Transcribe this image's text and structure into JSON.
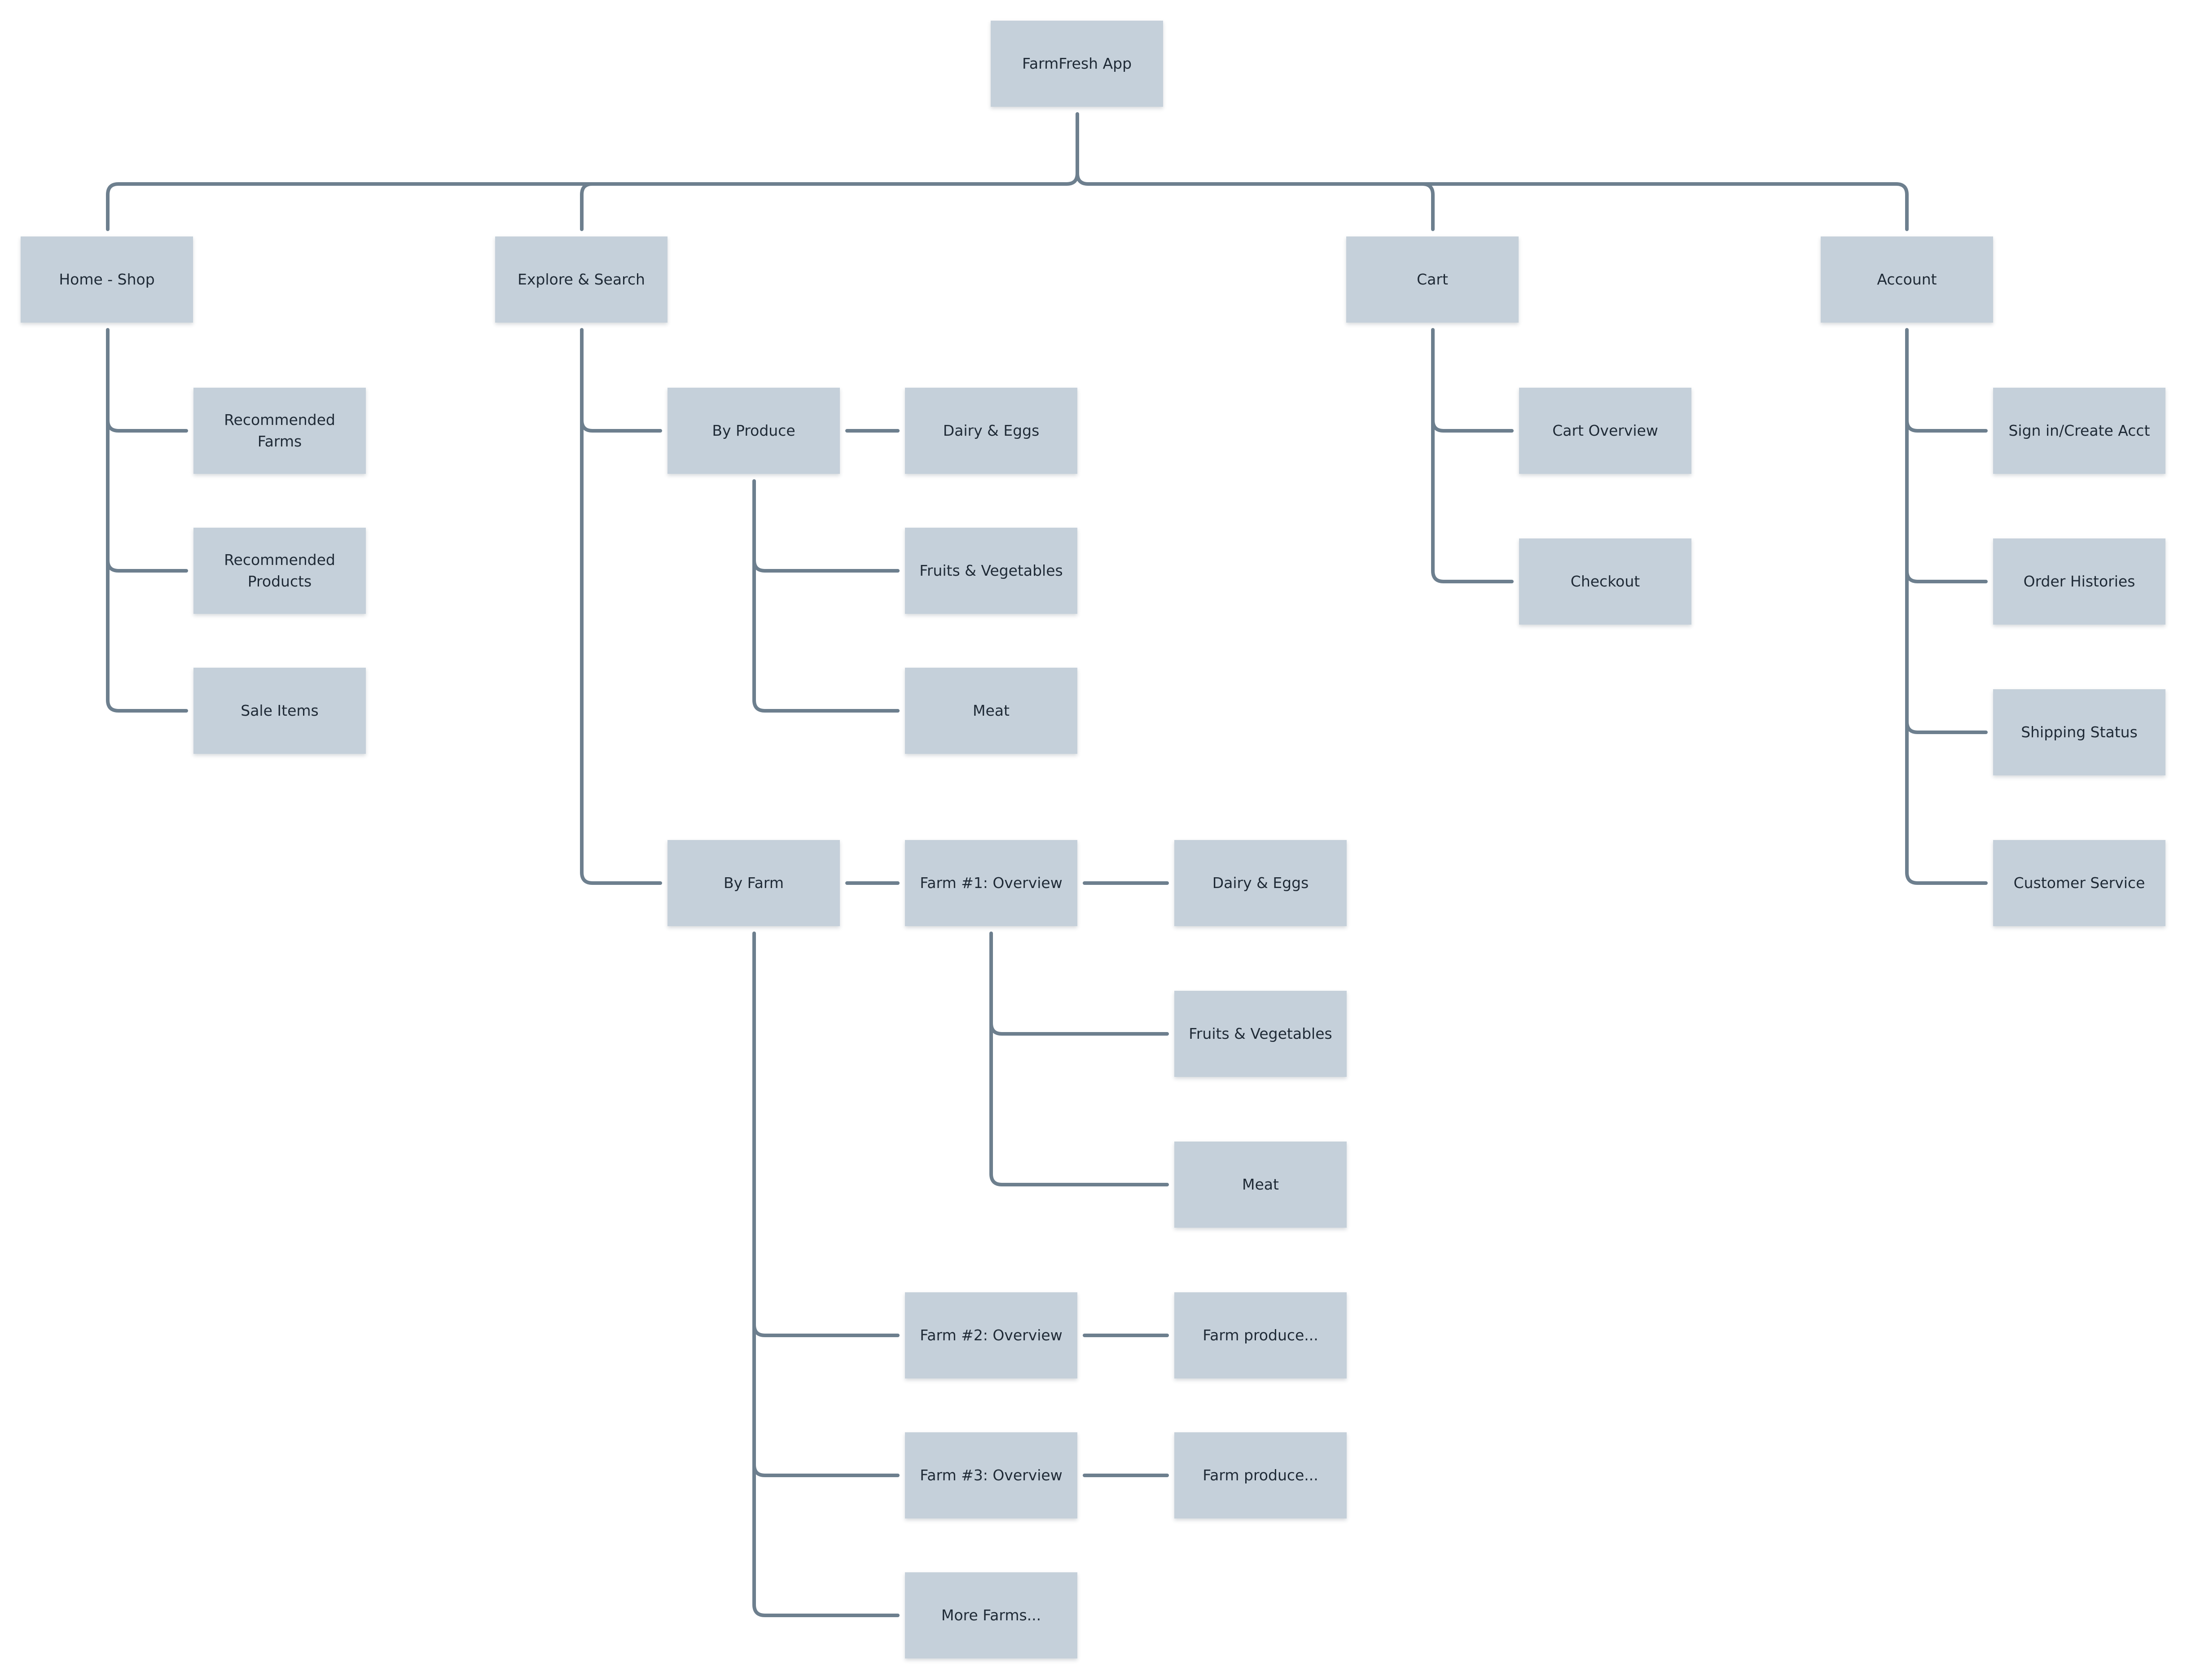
{
  "root": {
    "label": "FarmFresh App"
  },
  "home": {
    "label": "Home - Shop",
    "children": [
      "Recommended\nFarms",
      "Recommended\nProducts",
      "Sale Items"
    ]
  },
  "explore": {
    "label": "Explore & Search",
    "by_produce": {
      "label": "By Produce",
      "children": [
        "Dairy & Eggs",
        "Fruits & Vegetables",
        "Meat"
      ]
    },
    "by_farm": {
      "label": "By Farm",
      "farm1": {
        "label": "Farm #1: Overview",
        "children": [
          "Dairy & Eggs",
          "Fruits & Vegetables",
          "Meat"
        ]
      },
      "farm2": {
        "label": "Farm #2: Overview",
        "child": "Farm produce..."
      },
      "farm3": {
        "label": "Farm #3: Overview",
        "child": "Farm produce..."
      },
      "more": {
        "label": "More Farms..."
      }
    }
  },
  "cart": {
    "label": "Cart",
    "children": [
      "Cart Overview",
      "Checkout"
    ]
  },
  "account": {
    "label": "Account",
    "children": [
      "Sign in/Create Acct",
      "Order Histories",
      "Shipping Status",
      "Customer Service"
    ]
  },
  "colors": {
    "node_fill": "#c5d0da",
    "connector": "#6d7f8e",
    "text": "#1f2a36",
    "background": "#ffffff"
  }
}
